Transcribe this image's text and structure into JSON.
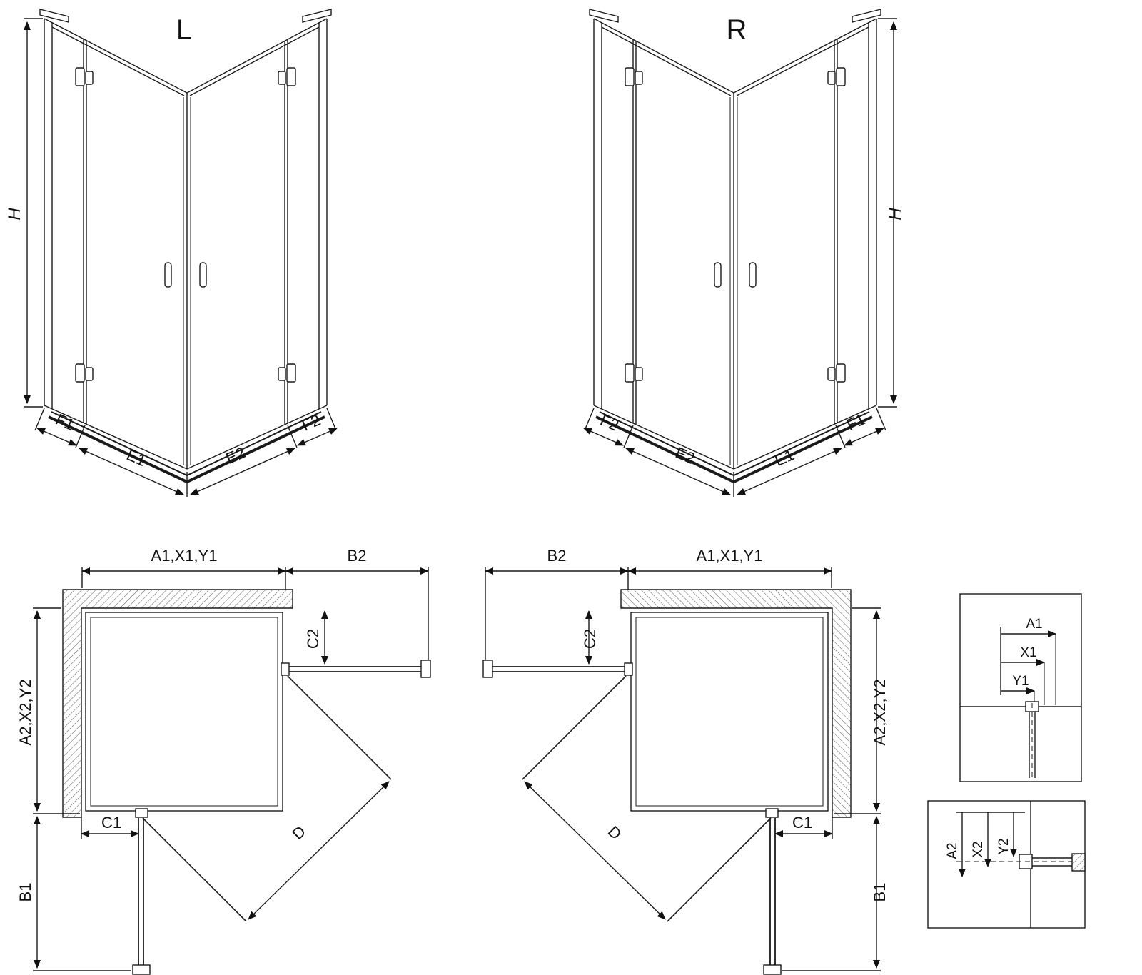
{
  "page": {
    "background": "#ffffff",
    "line_color": "#1a1a1a"
  },
  "perspective_left": {
    "view_label": "L",
    "height": "H",
    "f1": "F1",
    "e1": "E1",
    "e2": "E2",
    "f2": "F2"
  },
  "perspective_right": {
    "view_label": "R",
    "height": "H",
    "f1": "F1",
    "e1": "E1",
    "e2": "E2",
    "f2": "F2"
  },
  "plan_left": {
    "top_width": "A1,X1,Y1",
    "return_top": "B2",
    "c2": "C2",
    "side_depth": "A2,X2,Y2",
    "c1": "C1",
    "return_side": "B1",
    "diagonal": "D"
  },
  "plan_right": {
    "top_width": "A1,X1,Y1",
    "return_top": "B2",
    "c2": "C2",
    "side_depth": "A2,X2,Y2",
    "c1": "C1",
    "return_side": "B1",
    "diagonal": "D"
  },
  "detail_top": {
    "a1": "A1",
    "x1": "X1",
    "y1": "Y1"
  },
  "detail_bottom": {
    "a2": "A2",
    "x2": "X2",
    "y2": "Y2"
  }
}
